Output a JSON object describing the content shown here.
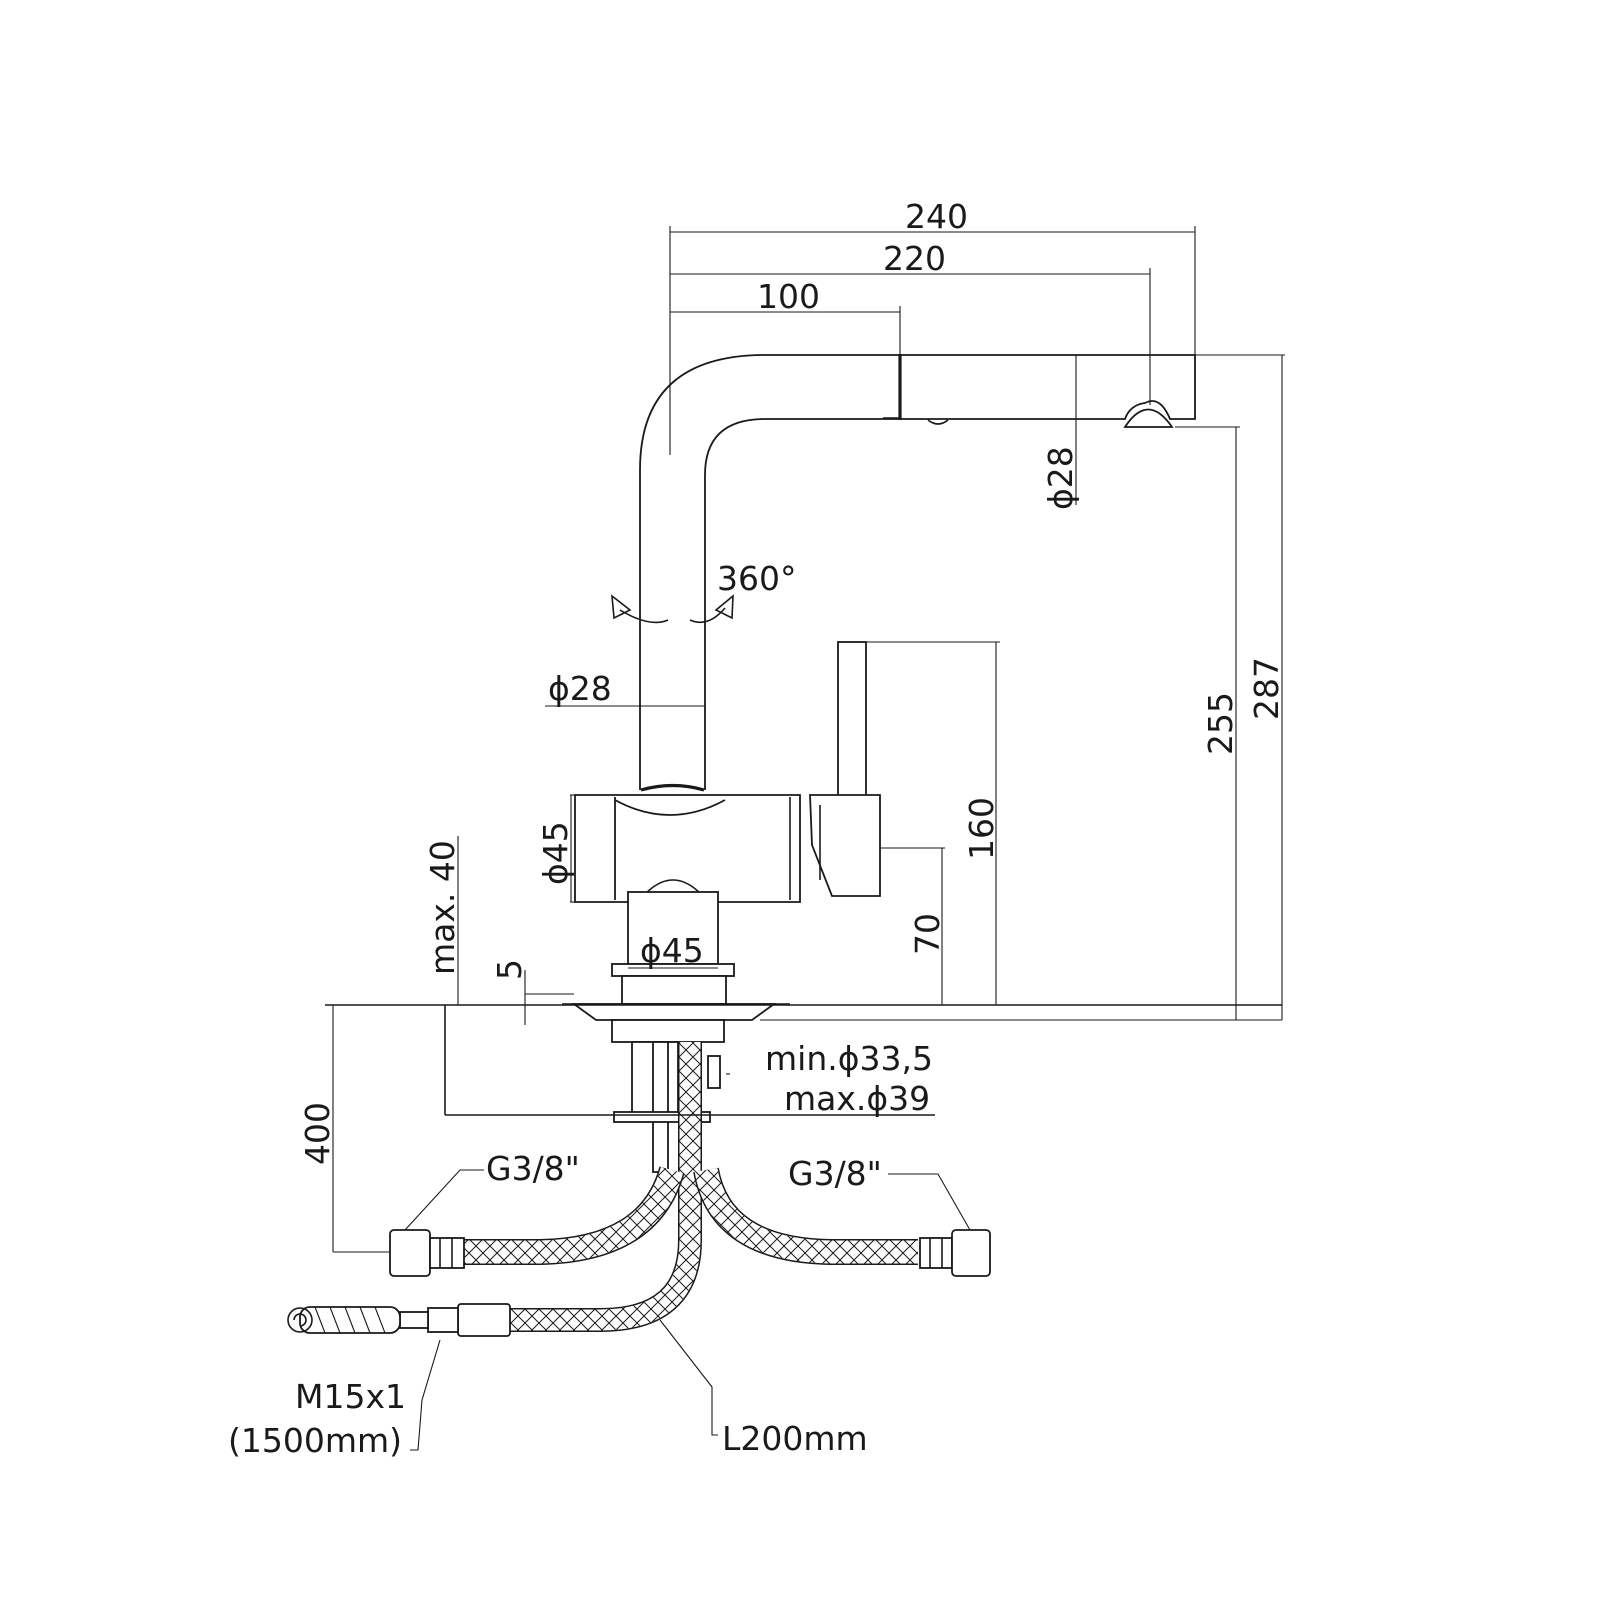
{
  "dimensions": {
    "spout_reach_total": "240",
    "spout_reach_outlet": "220",
    "spout_bend": "100",
    "spout_diameter": "ϕ28",
    "swivel_angle": "360°",
    "column_diameter": "ϕ28",
    "lever_height": "160",
    "lever_axis_height": "70",
    "total_height": "287",
    "outlet_height": "255",
    "body_diameter": "ϕ45",
    "base_diameter": "ϕ45",
    "base_thickness": "5",
    "max_deck_thickness": "max. 40",
    "min_hole_diameter": "min.ϕ33,5",
    "max_hole_diameter": "max.ϕ39",
    "supply_hose_length": "400",
    "left_connection": "G3/8\"",
    "right_connection": "G3/8\"",
    "pullout_thread": "M15x1",
    "pullout_length": "(1500mm)",
    "inner_hose_length": "L200mm"
  }
}
